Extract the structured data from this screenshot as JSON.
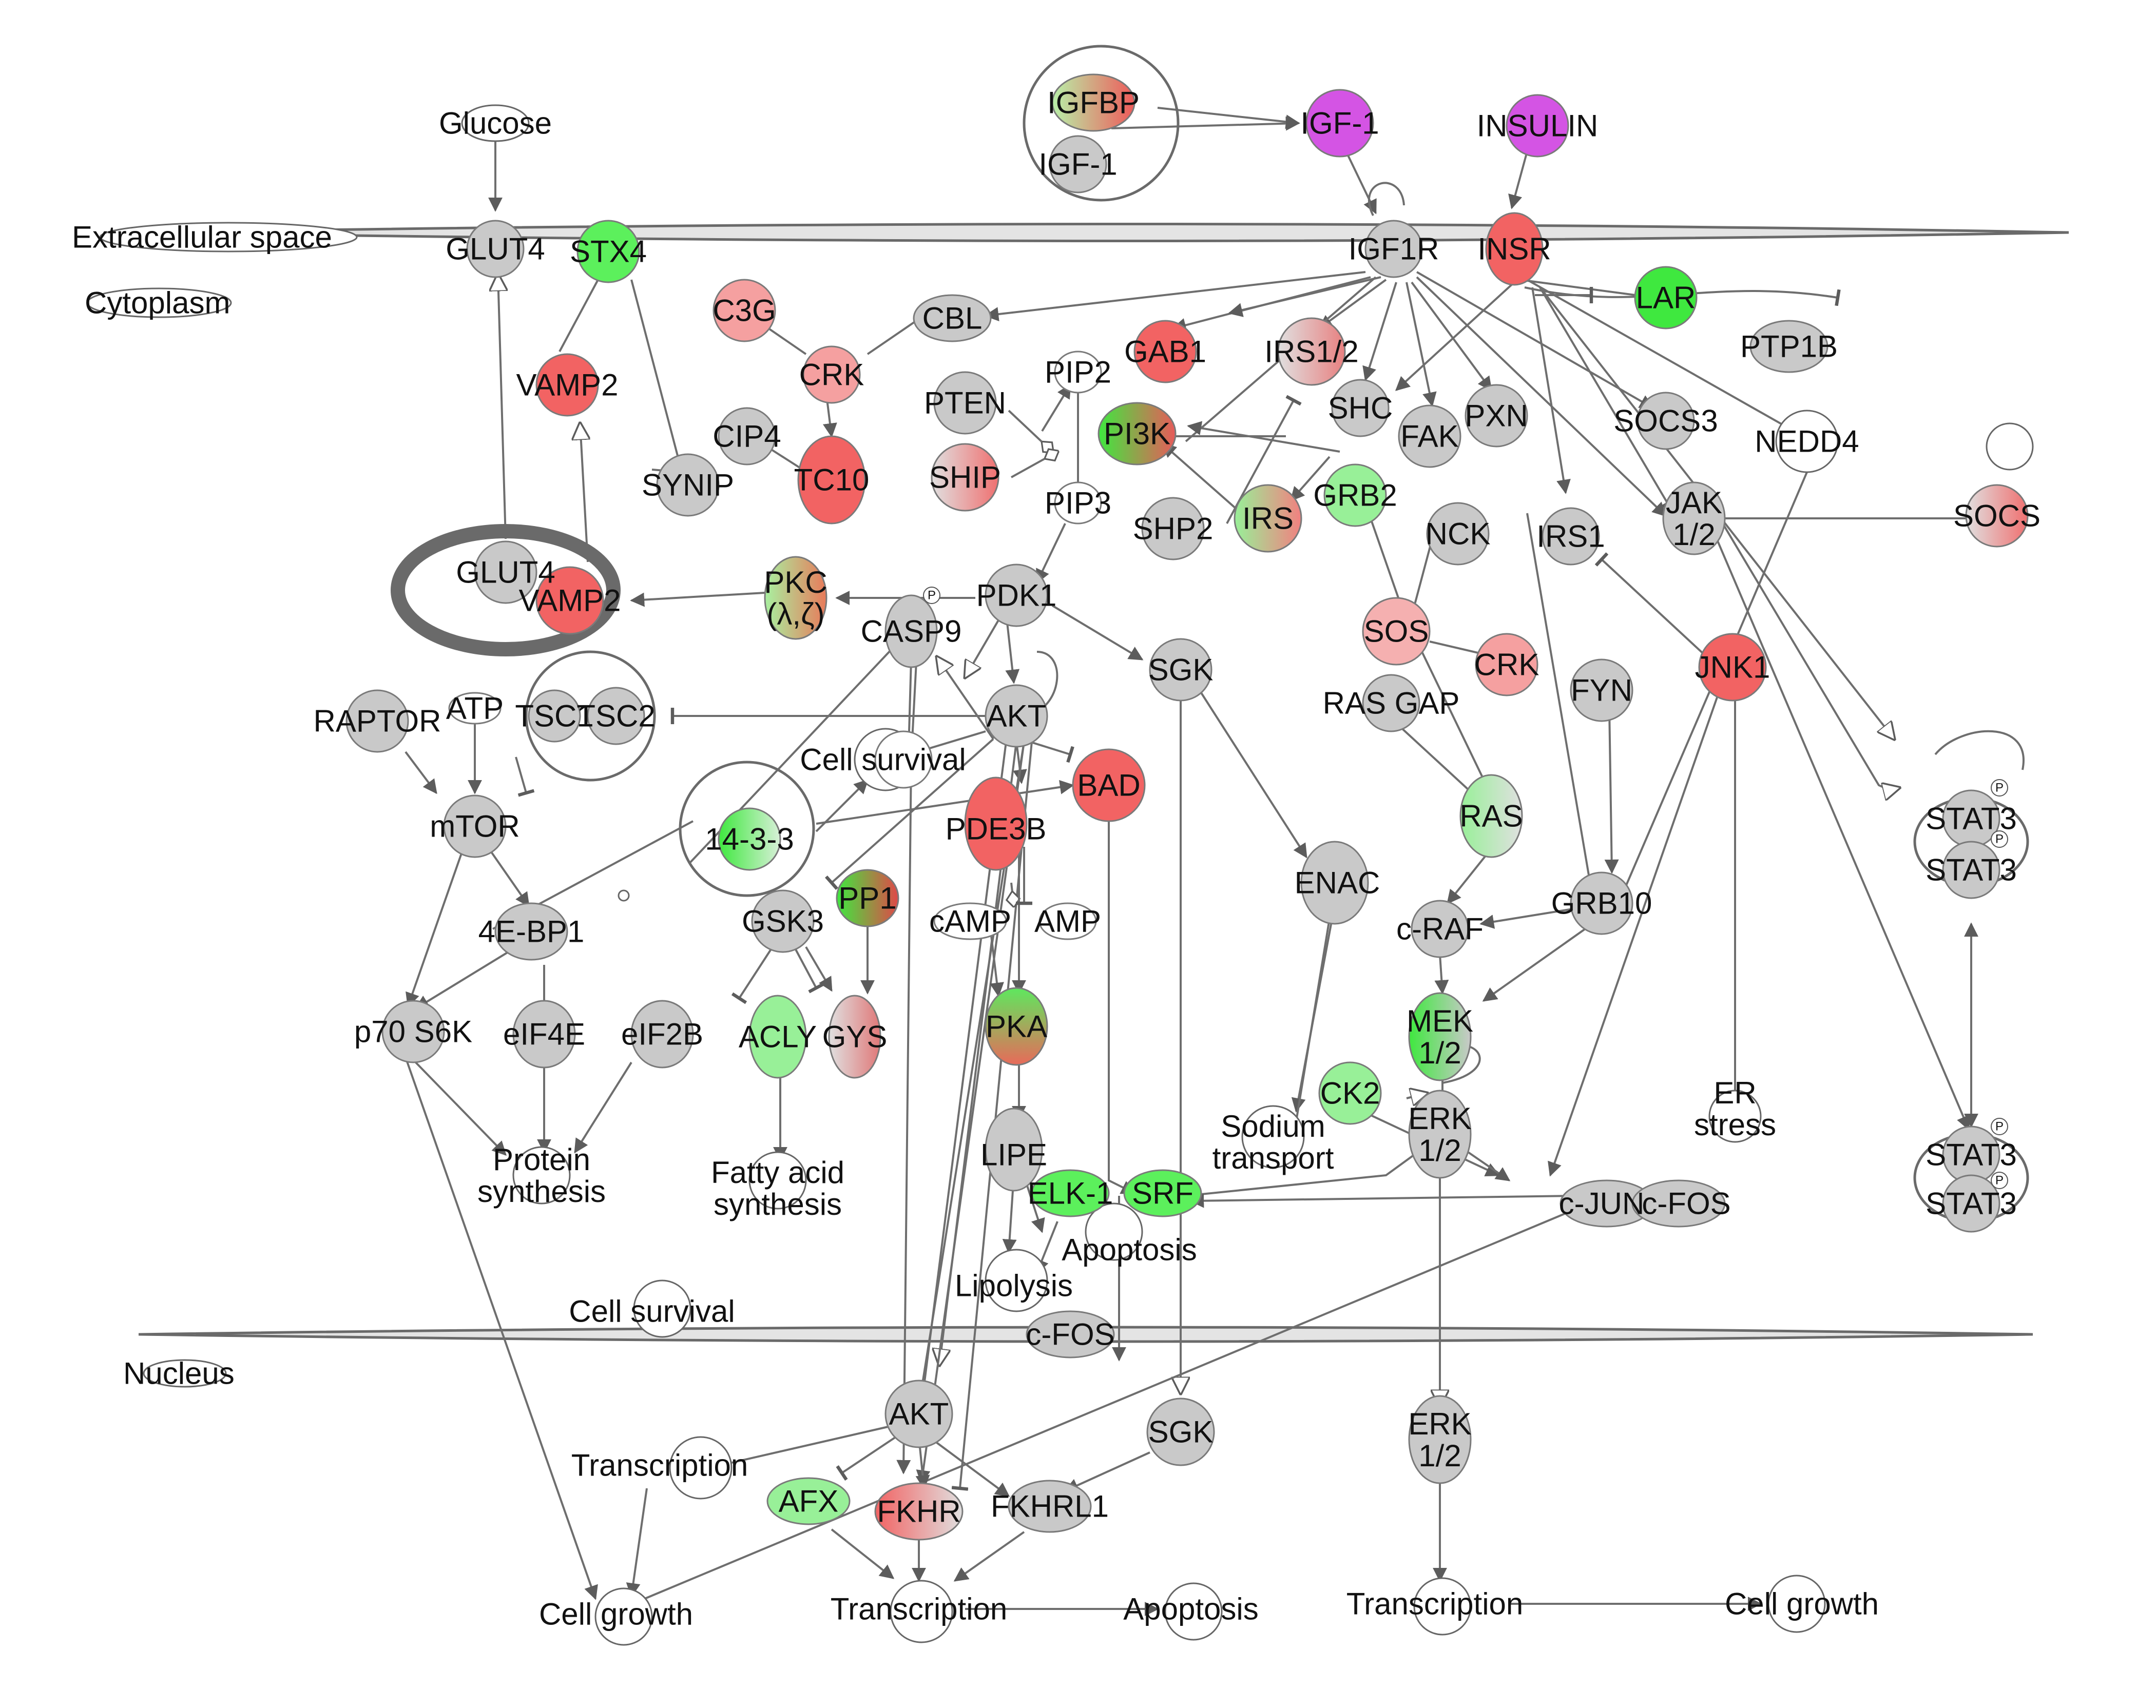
{
  "compartments": {
    "extracellular": "Extracellular space",
    "cytoplasm": "Cytoplasm",
    "nucleus": "Nucleus"
  },
  "colors": {
    "grey": "#c9c9c9",
    "green": "#3fe83f",
    "lightgreen": "#98f098",
    "red": "#f26363",
    "pink": "#f3a1a1",
    "magenta": "#d454e4"
  },
  "molecules": {
    "glucose": "Glucose",
    "glut4": "GLUT4",
    "stx4": "STX4",
    "igfbp": "IGFBP",
    "igf1_complex": "IGF-1",
    "igf1": "IGF-1",
    "insulin": "INSULIN",
    "igf1r": "IGF1R",
    "insr": "INSR",
    "lar": "LAR",
    "c3g": "C3G",
    "cbl": "CBL",
    "gab1": "GAB1",
    "irs12": "IRS1/2",
    "ptp1b": "PTP1B",
    "vamp2": "VAMP2",
    "crk_top": "CRK",
    "pip2": "PIP2",
    "pten": "PTEN",
    "cip4": "CIP4",
    "pi3k": "PI3K",
    "shc": "SHC",
    "fak": "FAK",
    "pxn": "PXN",
    "socs3": "SOCS3",
    "nedd4": "NEDD4",
    "synip": "SYNIP",
    "tc10": "TC10",
    "ship": "SHIP",
    "pip3": "PIP3",
    "shp2": "SHP2",
    "irs": "IRS",
    "grb2": "GRB2",
    "nck": "NCK",
    "irs1": "IRS1",
    "jak12": "JAK\n1/2",
    "socs": "SOCS",
    "glut4_vesicle": "GLUT4",
    "vamp2_vesicle": "VAMP2",
    "pkc": "PKC\n(λ,ζ)",
    "casp9": "CASP9",
    "pdk1": "PDK1",
    "sgk": "SGK",
    "sos": "SOS",
    "crk_mid": "CRK",
    "fyn": "FYN",
    "jnk1": "JNK1",
    "raptor": "RAPTOR",
    "atp": "ATP",
    "tsc1": "TSC1",
    "tsc2": "TSC2",
    "akt": "AKT",
    "ras_gap": "RAS GAP",
    "bad": "BAD",
    "cell_survival_1": "Cell survival",
    "stat3_a": "STAT3",
    "stat3_b": "STAT3",
    "mtor": "mTOR",
    "p1433": "14-3-3",
    "pde3b": "PDE3B",
    "ras": "RAS",
    "enac": "ENAC",
    "pp1": "PP1",
    "gsk3": "GSK3",
    "camp": "cAMP",
    "amp": "AMP",
    "craf": "c-RAF",
    "grb10": "GRB10",
    "ebp1": "4E-BP1",
    "p70": "p70 S6K",
    "eif4e": "eIF4E",
    "eif2b": "eIF2B",
    "acly": "ACLY",
    "gys": "GYS",
    "pka": "PKA",
    "mek12": "MEK\n1/2",
    "ck2": "CK2",
    "erk12": "ERK\n1/2",
    "er_stress": "ER\nstress",
    "stat3_c": "STAT3",
    "stat3_d": "STAT3",
    "protein_synthesis": "Protein\nsynthesis",
    "fatty_acid_synthesis": "Fatty acid\nsynthesis",
    "lipe": "LIPE",
    "elk1": "ELK-1",
    "srf": "SRF",
    "sodium_transport": "Sodium\ntransport",
    "cjun": "c-JUN",
    "cfos": "c-FOS",
    "apoptosis_1": "Apoptosis",
    "lipolysis": "Lipolysis",
    "cell_survival_2": "Cell survival",
    "cfos_membrane": "c-FOS",
    "akt_nuc": "AKT",
    "sgk_nuc": "SGK",
    "erk12_nuc": "ERK\n1/2",
    "transcription_1": "Transcription",
    "afx": "AFX",
    "fkhr": "FKHR",
    "fkhrl1": "FKHRL1",
    "cell_growth_1": "Cell growth",
    "transcription_2": "Transcription",
    "apoptosis_2": "Apoptosis",
    "transcription_3": "Transcription",
    "cell_growth_2": "Cell growth",
    "phospho": "P"
  }
}
